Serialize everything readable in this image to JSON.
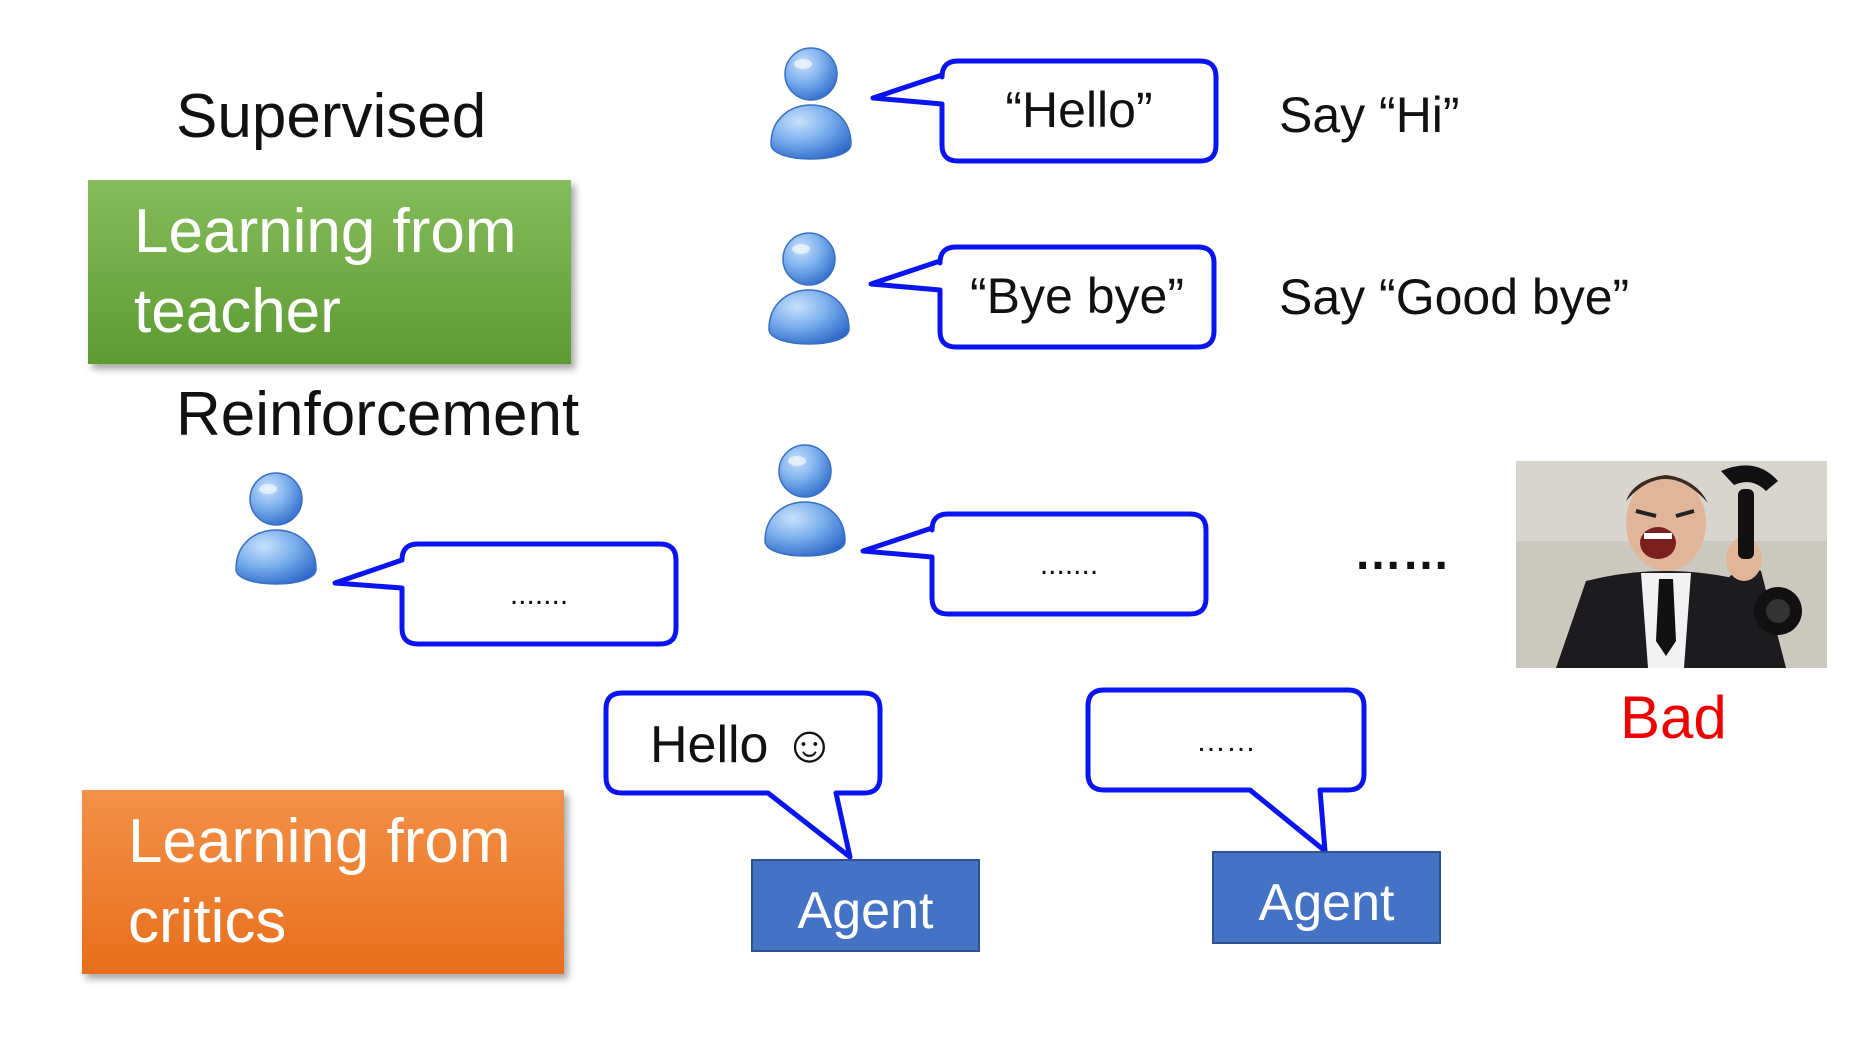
{
  "labels": {
    "supervised": "Supervised",
    "reinforcement": "Reinforcement",
    "say_hi": "Say “Hi”",
    "say_good_bye": "Say “Good bye”",
    "ellipsis_middle": "……",
    "bad": "Bad"
  },
  "boxes": {
    "teacher_line1": "Learning from",
    "teacher_line2": "teacher",
    "critics_line1": "Learning from",
    "critics_line2": "critics"
  },
  "bubbles": {
    "hello": "“Hello”",
    "bye_bye": "“Bye bye”",
    "rl_person_1": ".......",
    "rl_person_2": ".......",
    "agent_hello": "Hello ☺",
    "agent_dots": "……"
  },
  "agents": {
    "agent_1": "Agent",
    "agent_2": "Agent"
  },
  "colors": {
    "bubble_stroke": "#0a14f0",
    "person_light": "#9cc4f4",
    "person_dark": "#2c6cd0",
    "bad": "#ee0000",
    "green_box": "#70ad47",
    "orange_box": "#ed7d31",
    "agent_box": "#4472c4"
  }
}
